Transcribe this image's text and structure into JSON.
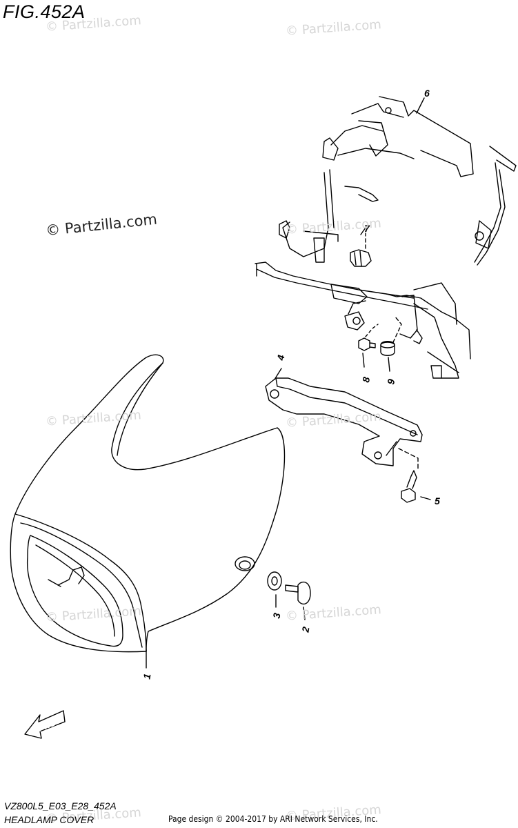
{
  "figure": {
    "title": "FIG.452A",
    "diagram_code": "VZ800L5_E03_E28_452A",
    "diagram_name": "HEADLAMP COVER"
  },
  "watermark": {
    "text": "© Partzilla.com"
  },
  "footer": {
    "credit": "Page design © 2004-2017 by ARI Network Services, Inc."
  },
  "callouts": [
    "1",
    "2",
    "3",
    "4",
    "5",
    "6",
    "7",
    "8",
    "9"
  ],
  "fwd_label": "FWD"
}
